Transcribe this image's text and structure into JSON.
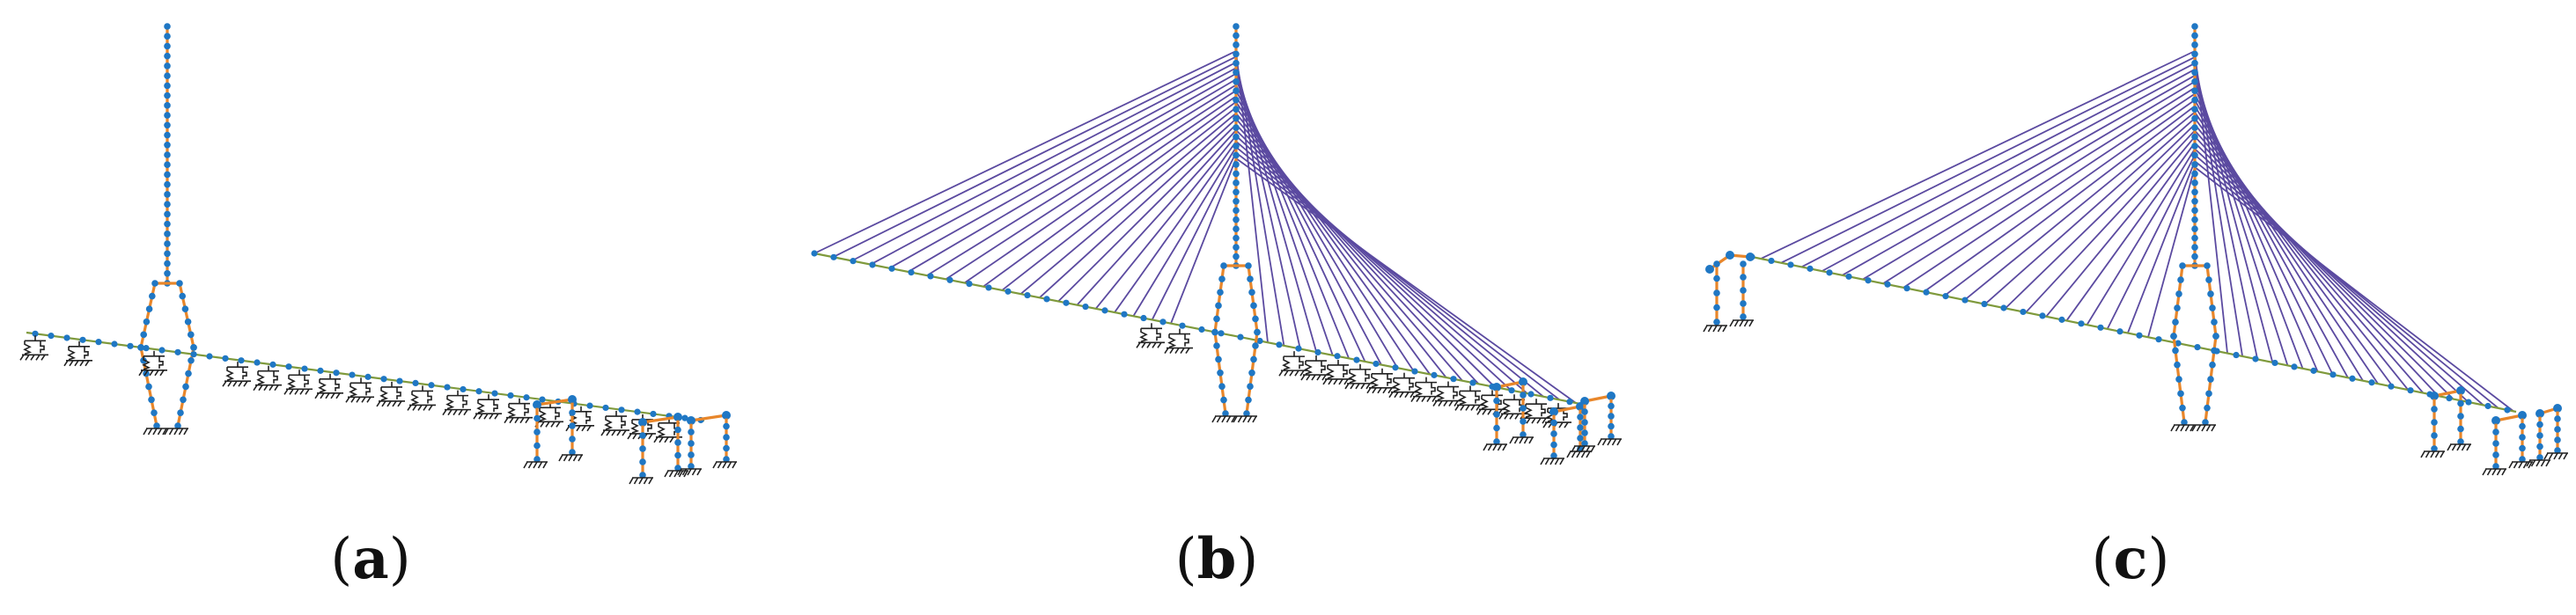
{
  "panels": [
    {
      "id": "a",
      "label": "a"
    },
    {
      "id": "b",
      "label": "b"
    },
    {
      "id": "c",
      "label": "c"
    }
  ],
  "colors": {
    "deck": "#7f9a3c",
    "tower": "#e8862a",
    "cable": "#5b4aa0",
    "node": "#1f77c4",
    "support": "#222222"
  },
  "icons": {
    "fixed_support": "fixed-support-icon",
    "spring_support": "spring-support-icon",
    "node": "node-marker-icon"
  }
}
